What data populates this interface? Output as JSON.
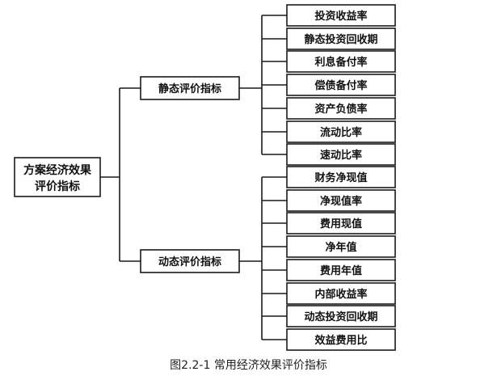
{
  "root": {
    "lines": [
      "方案经济效果",
      "评价指标"
    ]
  },
  "groups": [
    {
      "label": "静态评价指标",
      "items": [
        "投资收益率",
        "静态投资回收期",
        "利息备付率",
        "偿债备付率",
        "资产负债率",
        "流动比率",
        "速动比率"
      ]
    },
    {
      "label": "动态评价指标",
      "items": [
        "财务净现值",
        "净现值率",
        "费用现值",
        "净年值",
        "费用年值",
        "内部收益率",
        "动态投资回收期",
        "效益费用比"
      ]
    }
  ],
  "caption": "图2.2-1  常用经济效果评价指标"
}
